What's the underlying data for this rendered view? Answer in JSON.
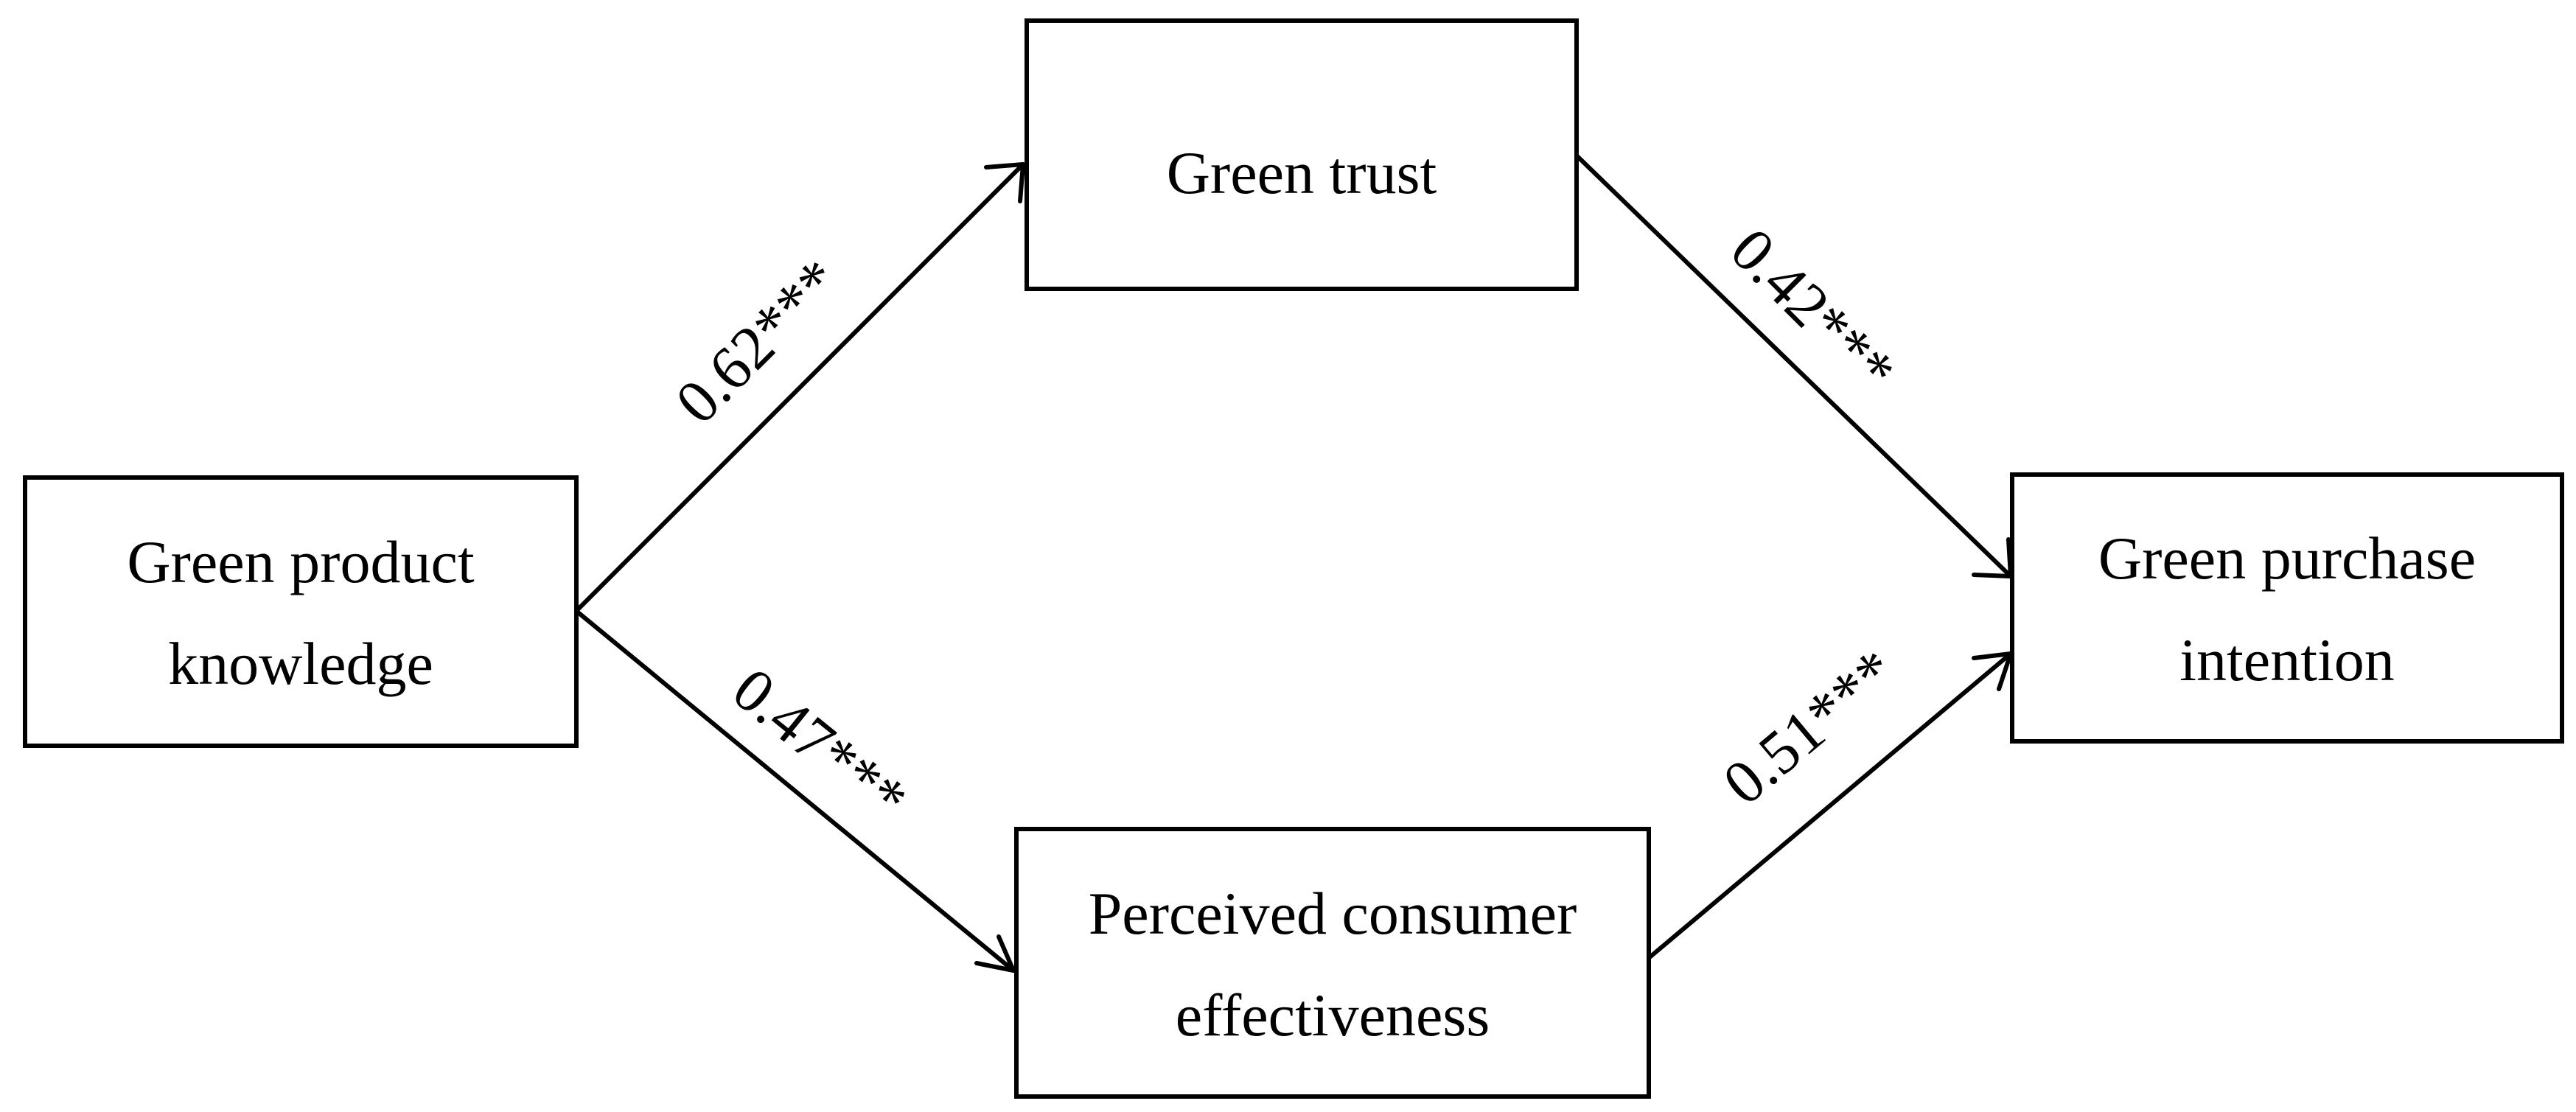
{
  "nodes": {
    "gpk": {
      "lines": [
        "Green product",
        "knowledge"
      ]
    },
    "gt": {
      "lines": [
        "Green trust"
      ]
    },
    "pce": {
      "lines": [
        "Perceived consumer",
        "effectiveness"
      ]
    },
    "gpi": {
      "lines": [
        "Green purchase",
        "intention"
      ]
    }
  },
  "paths": {
    "gpk_gt": {
      "coefficient": "0.62***"
    },
    "gt_gpi": {
      "coefficient": "0.42***"
    },
    "gpk_pce": {
      "coefficient": "0.47***"
    },
    "pce_gpi": {
      "coefficient": "0.51***"
    }
  },
  "colors": {
    "stroke": "#000000",
    "background": "#ffffff"
  }
}
